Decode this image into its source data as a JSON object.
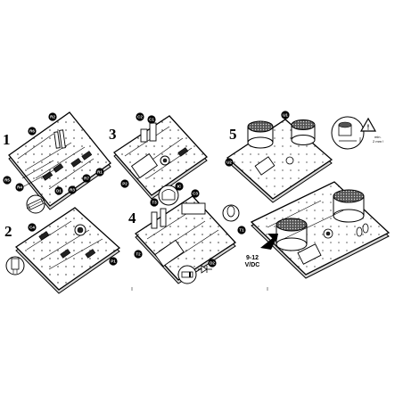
{
  "steps": [
    {
      "number": "1",
      "labels": [
        "R2",
        "R6",
        "R5",
        "R4",
        "R3",
        "R1",
        "D1",
        "R7"
      ]
    },
    {
      "number": "2",
      "labels": [
        "C4",
        "P1"
      ]
    },
    {
      "number": "3",
      "labels": [
        "C2",
        "C1",
        "P2"
      ]
    },
    {
      "number": "4",
      "labels": [
        "T3",
        "IC",
        "C3",
        "T1",
        "T2",
        "D2"
      ]
    },
    {
      "number": "5",
      "labels": [
        "U1",
        "U2"
      ]
    }
  ],
  "power": {
    "label_line1": "9-12",
    "label_line2": "V/DC"
  },
  "warning": {
    "min_label": "min.",
    "size_label": "2 mm !"
  },
  "icons": {
    "warning": "warning-triangle-icon",
    "power_arrow": "arrow-icon"
  }
}
